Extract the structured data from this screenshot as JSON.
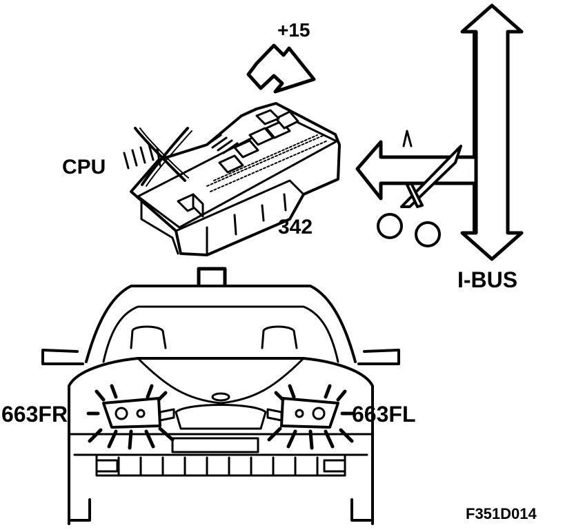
{
  "labels": {
    "plus15": "+15",
    "cpu": "CPU",
    "module_342": "342",
    "ibus": "I-BUS",
    "headlamp_fr": "663FR",
    "headlamp_fl": "663FL",
    "figure_id": "F351D014"
  },
  "colors": {
    "ink": "#000000",
    "paper": "#ffffff"
  },
  "icons": {
    "signal_arrow": "arrow-icon",
    "bus_arrow": "double-arrow-icon",
    "cut": "scissors-icon",
    "disabled": "cross-icon"
  }
}
